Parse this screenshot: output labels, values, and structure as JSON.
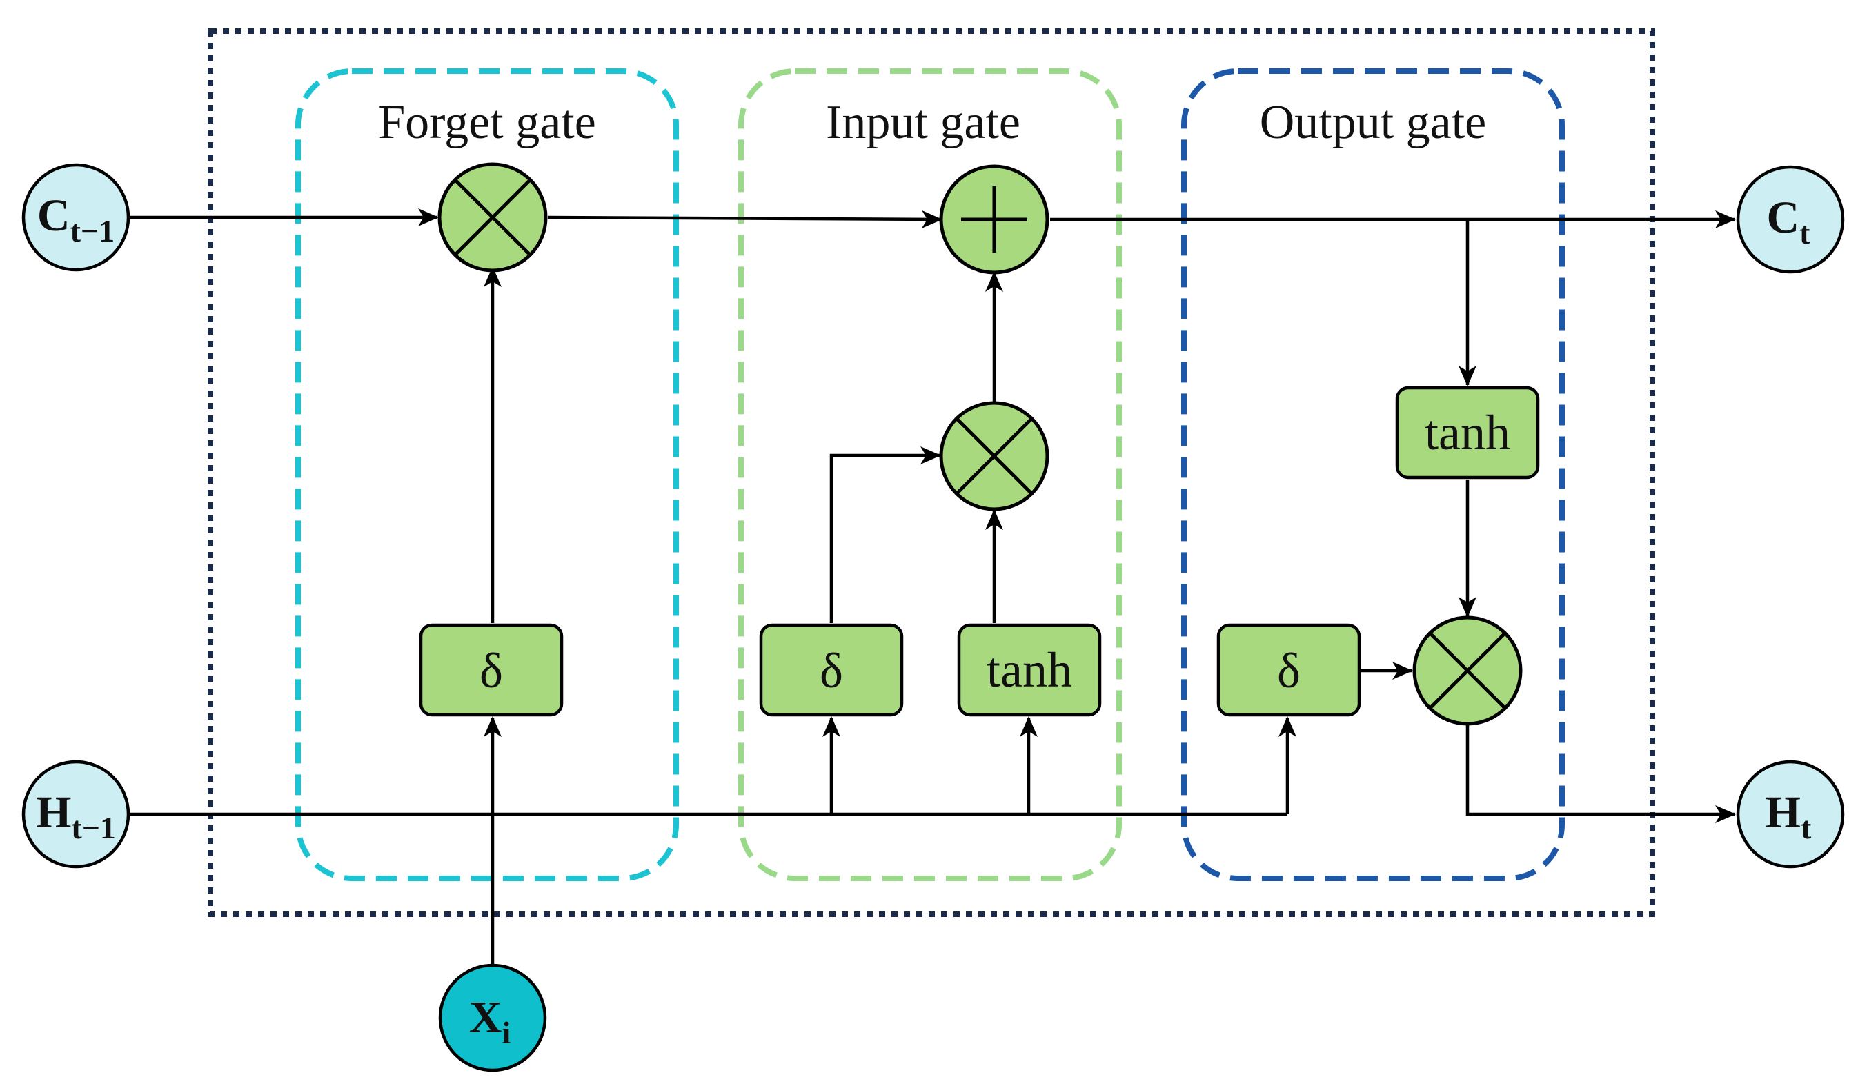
{
  "diagram": {
    "gates": {
      "forget": {
        "title": "Forget gate",
        "color": "#1cc3d2"
      },
      "input": {
        "title": "Input gate",
        "color": "#9bd98a"
      },
      "output": {
        "title": "Output gate",
        "color": "#1d57a8"
      }
    },
    "cell_border_color": "#1a2a4a",
    "op_fill": "#a9d97f",
    "node_fill": "#cdeef3",
    "input_node_fill": "#0fc0cc",
    "boxes": {
      "forget_sigma": "δ",
      "input_sigma": "δ",
      "input_tanh": "tanh",
      "output_sigma": "δ",
      "output_tanh": "tanh"
    },
    "nodes": {
      "c_prev": {
        "main": "C",
        "sub": "t−1"
      },
      "h_prev": {
        "main": "H",
        "sub": "t−1"
      },
      "c_next": {
        "main": "C",
        "sub": "t"
      },
      "h_next": {
        "main": "H",
        "sub": "t"
      },
      "x_in": {
        "main": "X",
        "sub": "i"
      }
    }
  }
}
